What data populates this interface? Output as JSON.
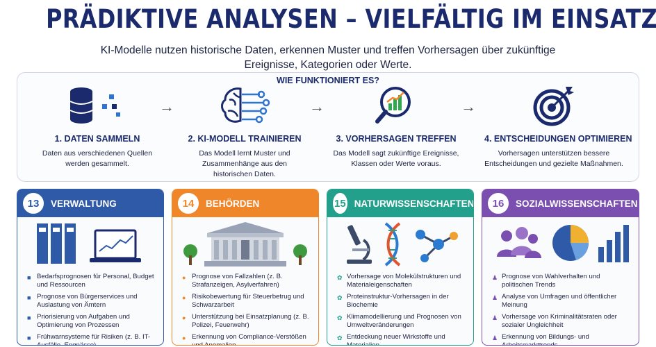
{
  "title": "PRÄDIKTIVE ANALYSEN – VIELFÄLTIG IM EINSATZ",
  "subtitle": "KI-Modelle nutzen historische Daten, erkennen Muster und treffen Vorhersagen über zukünftige Ereignisse, Kategorien oder Werte.",
  "how": {
    "title": "WIE FUNKTIONIERT ES?",
    "arrow": "→",
    "steps": [
      {
        "title": "1. DATEN SAMMELN",
        "text": "Daten aus verschiedenen Quellen werden gesammelt.",
        "icon": "database-icon"
      },
      {
        "title": "2. KI-MODELL TRAINIEREN",
        "text": "Das Modell lernt Muster und Zusammenhänge aus den historischen Daten.",
        "icon": "brain-icon"
      },
      {
        "title": "3. VORHERSAGEN TREFFEN",
        "text": "Das Modell sagt zukünftige Ereignisse, Klassen oder Werte voraus.",
        "icon": "magnifier-chart-icon"
      },
      {
        "title": "4. ENTSCHEIDUNGEN OPTIMIEREN",
        "text": "Vorhersagen unterstützen bessere Entscheidungen und gezielte Maßnahmen.",
        "icon": "target-icon"
      }
    ]
  },
  "cards": [
    {
      "number": "13",
      "title": "VERWALTUNG",
      "color": "#2f5aa8",
      "items": [
        "Bedarfsprognosen für Personal, Budget und Ressourcen",
        "Prognose von Bürgerservices und Auslastung von Ämtern",
        "Priorisierung von Aufgaben und Optimierung von Prozessen",
        "Frühwarnsysteme für Risiken (z. B. IT-Ausfälle, Engpässe)"
      ]
    },
    {
      "number": "14",
      "title": "BEHÖRDEN",
      "color": "#f0862a",
      "items": [
        "Prognose von Fallzahlen (z. B. Strafanzeigen, Asylverfahren)",
        "Risikobewertung für Steuerbetrug und Schwarzarbeit",
        "Unterstützung bei Einsatzplanung (z. B. Polizei, Feuerwehr)",
        "Erkennung von Compliance-Verstößen und Anomalien"
      ]
    },
    {
      "number": "15",
      "title": "NATURWISSENSCHAFTEN",
      "color": "#23a08c",
      "items": [
        "Vorhersage von Molekülstrukturen und Materialeigenschaften",
        "Proteinstruktur-Vorhersagen in der Biochemie",
        "Klimamodellierung und Prognosen von Umweltveränderungen",
        "Entdeckung neuer Wirkstoffe und Materialien"
      ]
    },
    {
      "number": "16",
      "title": "SOZIALWISSENSCHAFTEN",
      "color": "#7b4fb0",
      "items": [
        "Prognose von Wahlverhalten und politischen Trends",
        "Analyse von Umfragen und öffentlicher Meinung",
        "Vorhersage von Kriminalitätsraten oder sozialer Ungleichheit",
        "Erkennung von Bildungs- und Arbeitsmarkttrends"
      ]
    }
  ]
}
